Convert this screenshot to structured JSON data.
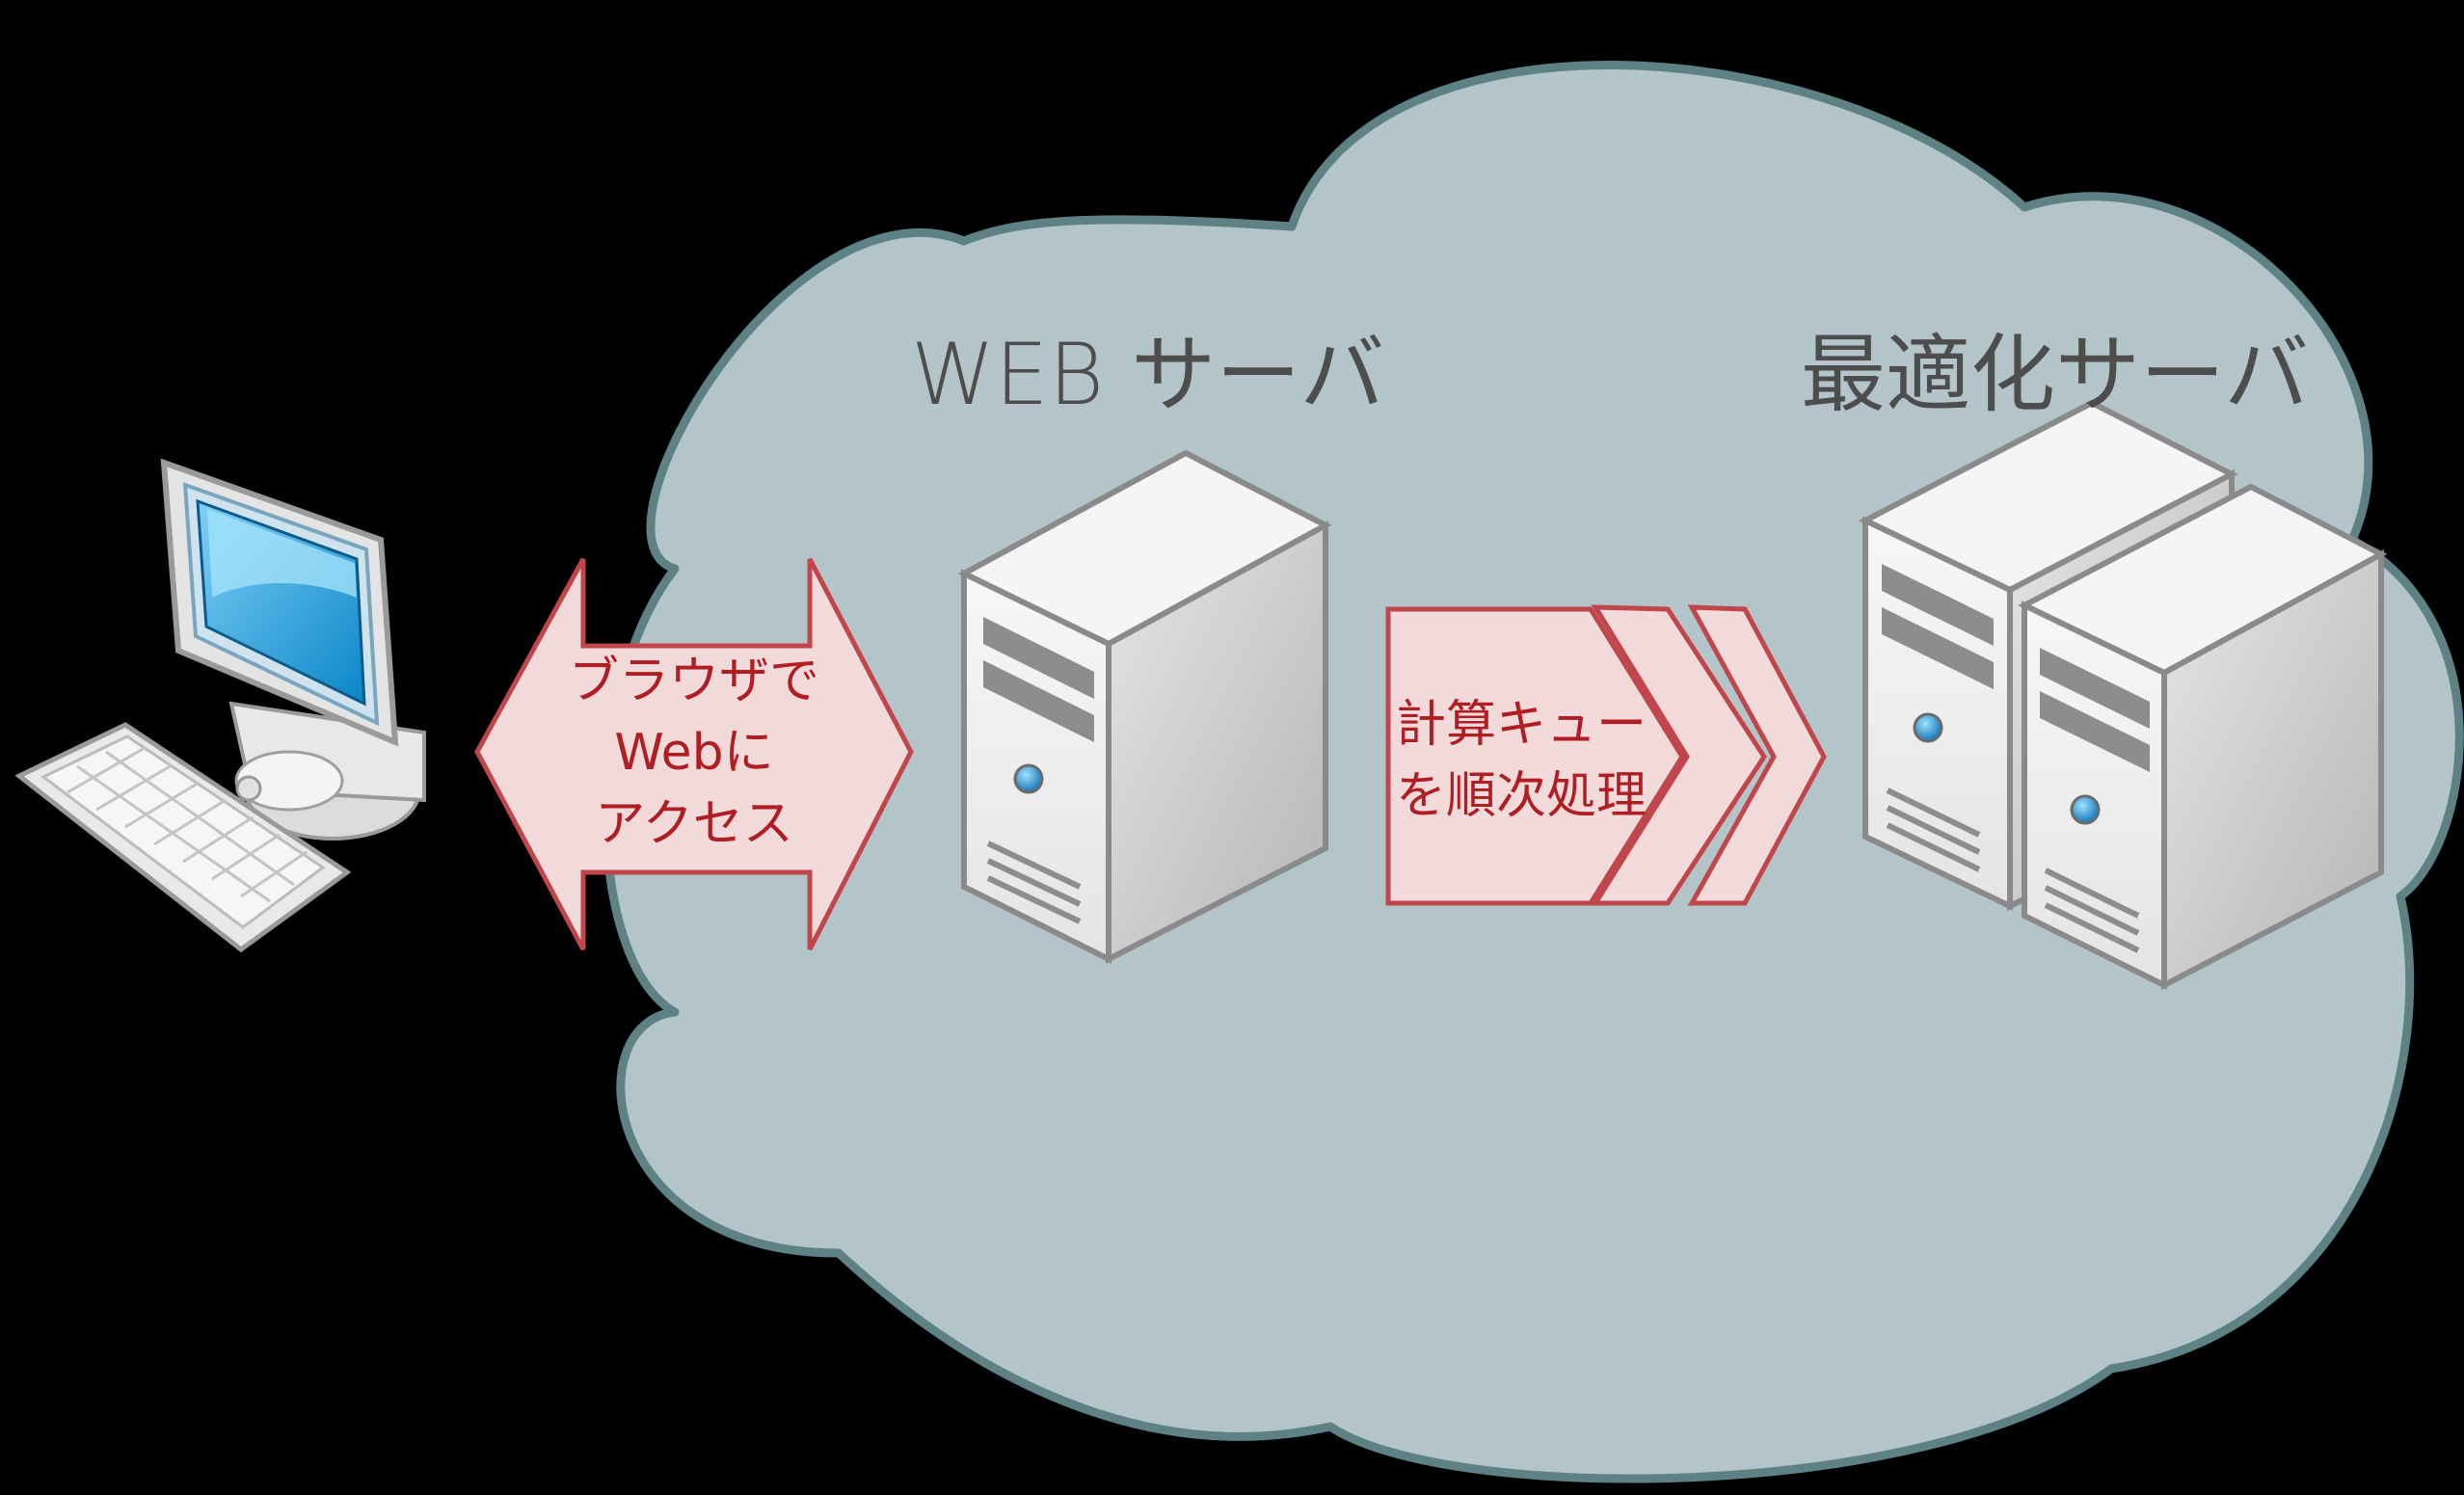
{
  "labels": {
    "web_server": "WEB サーバ",
    "optimization_server": "最適化サーバ"
  },
  "browser_access": {
    "line1": "ブラウザで",
    "line2": "Webに",
    "line3": "アクセス"
  },
  "queue": {
    "line1": "計算キュー",
    "line2": "を順次処理"
  },
  "colors": {
    "background": "#000000",
    "cloud_fill": "#b3c5c9",
    "cloud_stroke": "#5e8186",
    "arrow_fill": "#f2dadb",
    "arrow_stroke": "#c0464c",
    "text_red": "#b01e24",
    "label_gray": "#4d4d4d"
  },
  "icons": {
    "client": "desktop-computer-icon",
    "web_server": "tower-server-icon",
    "optimization_server": "server-cluster-icon"
  }
}
